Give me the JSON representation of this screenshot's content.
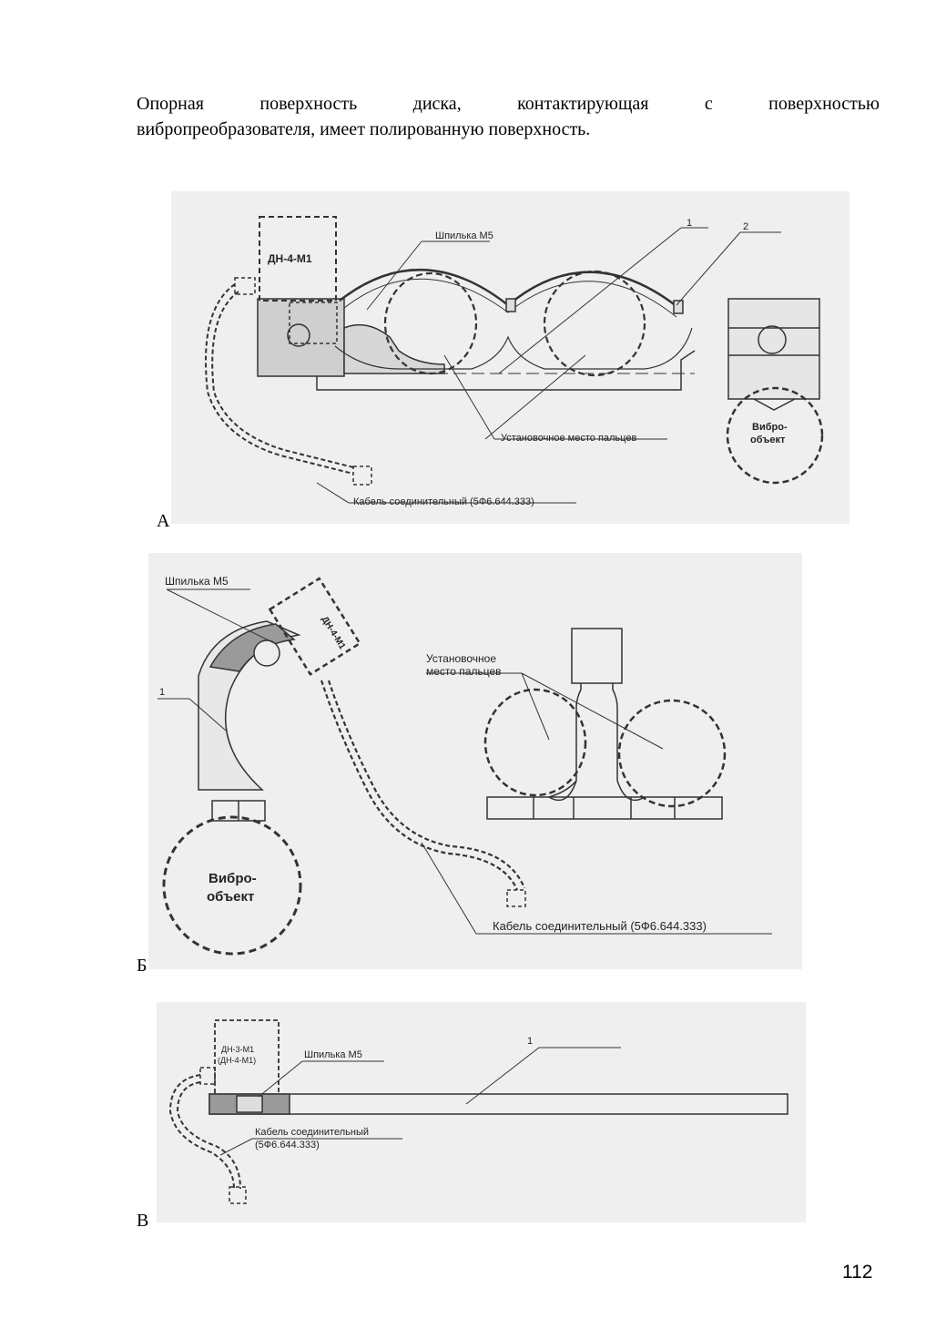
{
  "paragraph": {
    "line1_words": [
      "Опорная",
      "поверхность",
      "диска,",
      "контактирующая",
      "с",
      "поверхностью"
    ],
    "line2": "вибропреобразователя, имеет полированную поверхность."
  },
  "figure_a": {
    "label": "А",
    "sensor": "ДН-4-М1",
    "stud": "Шпилька М5",
    "num1": "1",
    "num2": "2",
    "finger_place": "Установочное место пальцев",
    "cable": "Кабель соединительный (5Ф6.644.333)",
    "object_line1": "Вибро-",
    "object_line2": "объект"
  },
  "figure_b": {
    "label": "Б",
    "stud": "Шпилька М5",
    "sensor": "ДН-4-М1",
    "num1": "1",
    "finger_line1": "Установочное",
    "finger_line2": "место пальцев",
    "object_line1": "Вибро-",
    "object_line2": "объект",
    "cable": "Кабель соединительный (5Ф6.644.333)"
  },
  "figure_v": {
    "label": "В",
    "sensor_line1": "ДН-3-М1",
    "sensor_line2": "(ДН-4-М1)",
    "stud": "Шпилька М5",
    "num1": "1",
    "cable_line1": "Кабель соединительный",
    "cable_line2": "(5Ф6.644.333)"
  },
  "page_number": "112"
}
